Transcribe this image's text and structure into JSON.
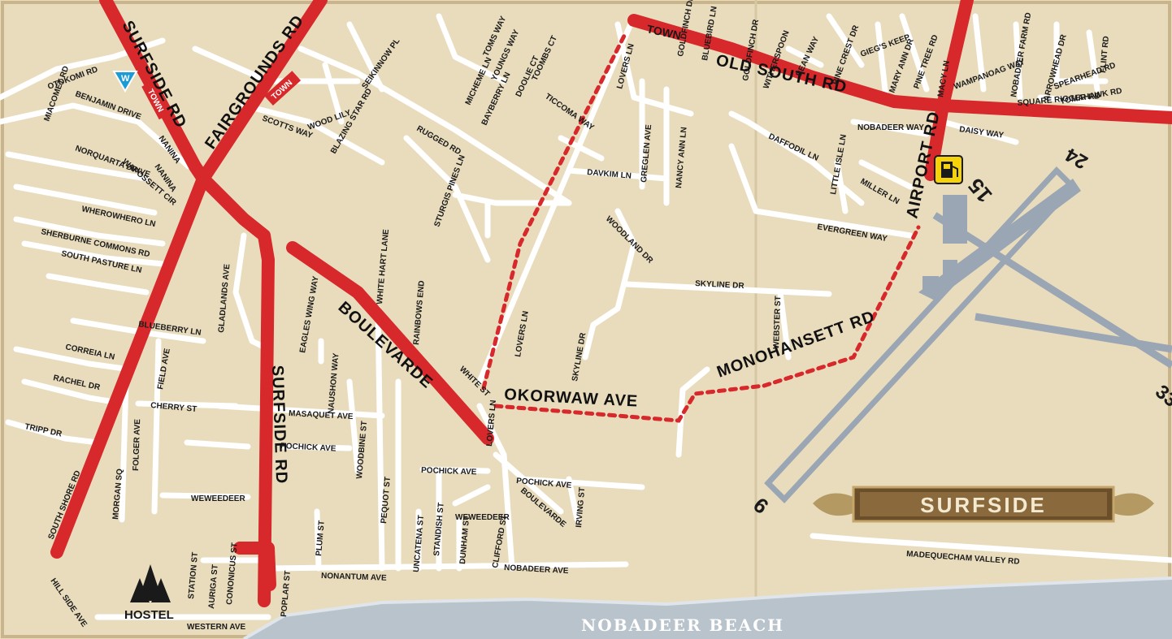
{
  "area_banner": "SURFSIDE",
  "beach": "NOBADEER BEACH",
  "colors": {
    "paper": "#e9dcbd",
    "road": "#ffffff",
    "highlight": "#d7282b",
    "runway": "#9aa6b4",
    "ocean": "#b9c3cc"
  },
  "icons": {
    "water": "W",
    "fuel": "gas-station-icon",
    "hostel": "hostel-icon"
  },
  "hostel_label": "HOSTEL",
  "town_marker_1": "TOWN",
  "town_marker_2": "TOWN",
  "runways": [
    "15",
    "24",
    "33",
    "6"
  ],
  "major_roads": [
    "SURFSIDE RD",
    "FAIRGROUNDS RD",
    "BOULEVARDE",
    "SURFSIDE RD",
    "OKORWAW AVE",
    "MONOHANSETT RD",
    "AIRPORT RD",
    "OLD SOUTH RD",
    "TOWN"
  ],
  "streets": {
    "otokomi": "OTOKOMI RD",
    "miacomet": "MIACOMET RD",
    "benjamin": "BENJAMIN DRIVE",
    "norquarta": "NORQUARTA DRIVE",
    "waposset": "WAPOSSETT CIR",
    "nanina1": "NANINA",
    "nanina2": "NANINA",
    "wherowhero": "WHEROWHERO LN",
    "sherburne": "SHERBURNE COMMONS RD",
    "southpasture": "SOUTH PASTURE LN",
    "blueberry": "BLUEBERRY LN",
    "correia": "CORREIA LN",
    "rachel": "RACHEL DR",
    "tripp": "TRIPP DR",
    "southshore": "SOUTH SHORE RD",
    "hillside": "HILL SIDE AVE",
    "field": "FIELD AVE",
    "cherry": "CHERRY ST",
    "folger": "FOLGER AVE",
    "morgan": "MORGAN SQ",
    "gladlands": "GLADLANDS AVE",
    "eagles": "EAGLES WING WAY",
    "naushon": "NAUSHON WAY",
    "masaquet": "MASAQUET AVE",
    "pochick1": "POCHICK AVE",
    "weweedeer1": "WEWEEDEER",
    "station": "STATION ST",
    "auriga": "AURIGA ST",
    "cononicus": "CONONICUS ST",
    "plum": "PLUM ST",
    "nonantum": "NONANTUM AVE",
    "poplar": "POPLAR ST",
    "western": "WESTERN AVE",
    "woodbine": "WOODBINE ST",
    "pequot": "PEQUOT ST",
    "uncatena": "UNCATENA ST",
    "standish": "STANDISH ST",
    "dunham": "DUNHAM ST",
    "weweedeer2": "WEWEEDEER",
    "clifford": "CLIFFORD ST",
    "nobadeerave": "NOBADEER AVE",
    "pochick2": "POCHICK AVE",
    "pochick3": "POCHICK AVE",
    "boulevarde_small": "BOULEVARDE",
    "irving": "IRVING ST",
    "whitehart": "WHITE HART LANE",
    "rainbows": "RAINBOWS END",
    "whitest": "WHITE ST",
    "loverslow": "LOVERS LN",
    "loversmid": "LOVERS LN",
    "loverstop": "LOVERS LN",
    "scotts": "SCOTTS WAY",
    "woodlily": "WOOD LILY",
    "blazingstar": "BLAZING STAR RD",
    "seikinnow": "SEIKINNOW PL",
    "rugged": "RUGGED RD",
    "sturgis": "STURGIS PINES LN",
    "toms": "TOMS WAY",
    "micheme": "MICHEME LN",
    "youngs": "YOUNGS WAY",
    "bayberry": "BAYBERRY LN",
    "doolie": "DOOLIE CT",
    "toombs": "TOOMBS CT",
    "ticcoma": "TICCOMA WAY",
    "davkim": "DAVKIM LN",
    "greglen": "GREGLEN AVE",
    "nancyann": "NANCY ANN LN",
    "woodland": "WOODLAND DR",
    "skylinedr": "SKYLINE DR",
    "skylinedr2": "SKYLINE DR",
    "webster": "WEBSTER ST",
    "daffodil": "DAFFODIL LN",
    "littleisle": "LITTLE ISLE LN",
    "miller": "MILLER LN",
    "evergreen": "EVERGREEN WAY",
    "nobadeerway": "NOBADEER WAY",
    "daisy": "DAISY WAY",
    "goldfinch": "GOLDFINCH DR",
    "bluebird": "BLUEBIRD LN",
    "goldfinchdr2": "GOLDFINCH DR",
    "witherspoon": "WITHERSPOON",
    "bean": "BEAN WAY",
    "pinecrest": "PINE CREST DR",
    "giegs": "GIEG'S KEEP",
    "maryann": "MARY ANN DR",
    "pinetree": "PINE TREE RD",
    "macy": "MACY LN",
    "wampanoag": "WAMPANOAG WAY",
    "nobadeerfarm": "NOBADEER FARM RD",
    "squarerigger": "SQUARE RIGGER RD",
    "arrowhead": "ARROWHEAD DR",
    "spearhead": "SPEARHEAD RD",
    "tomahawk": "TOMAHAWK RD",
    "flint": "FLINT RD",
    "madequecham": "MADEQUECHAM VALLEY RD"
  }
}
